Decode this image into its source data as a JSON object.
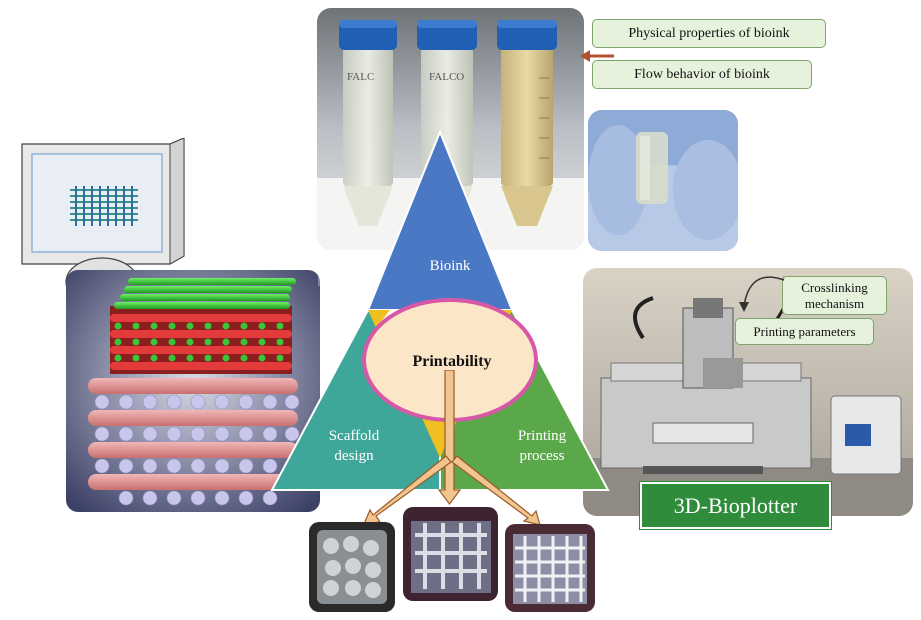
{
  "triangle": {
    "top_label": "Bioink",
    "left_label_line1": "Scaffold",
    "left_label_line2": "design",
    "right_label_line1": "Printing",
    "right_label_line2": "process",
    "center_label": "Printability"
  },
  "labels": {
    "physical_properties": "Physical properties of bioink",
    "flow_behavior": "Flow behavior of bioink",
    "crosslinking_line1": "Crosslinking",
    "crosslinking_line2": "mechanism",
    "printing_parameters": "Printing parameters",
    "bioplotter": "3D-Bioplotter"
  },
  "tube_labels": [
    "FALC",
    "FALCO"
  ],
  "colors": {
    "bioink_blue": "#4a78c4",
    "scaffold_teal": "#3fa79a",
    "process_green": "#5aa84a",
    "ellipse_fill": "#fbe7c7",
    "ellipse_border": "#d858a8",
    "arrow_fill": "#f2c58f",
    "box_fill": "#e6f2dc",
    "bioplotter_fill": "#2f8c3a"
  }
}
